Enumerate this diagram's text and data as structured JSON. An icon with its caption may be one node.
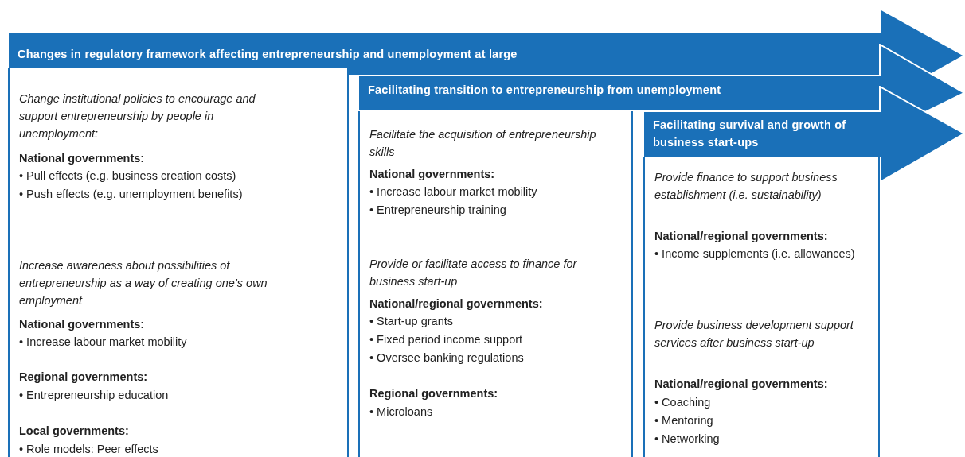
{
  "diagram": {
    "nodes": [
      {
        "text": [
          "Changes in regulatory framework affecting entrepreneurship and unemployment at large"
        ]
      },
      {
        "text": [
          "*Change institutional policies to encourage and support entrepreneurship by people in unemployment*:",
          "National governments:",
          "• Pull effects (e.g. business creation costs)",
          "• Push effects (e.g. unemployment benefits)",
          "Increase awareness about possibilities of entrepreneurship as a way of creating one’s own employment",
          "National governments:",
          "• Increase labour market mobility",
          "Regional governments:",
          "• Entrepreneurship education",
          "Local governments:",
          "• Role models: Peer effects"
        ]
      },
      {
        "text": [
          "Facilitating transition to entrepreneurship from unemployment"
        ]
      },
      {
        "text": [
          "Facilitate the acquisition of entrepreneurship skills",
          "National governments:",
          "• Increase labour market mobility",
          "• Entrepreneurship training",
          "Provide or facilitate access to finance for business start-up",
          "National/regional governments:",
          "• Start-up grants",
          "• Fixed period income support",
          "• Oversee banking regulations",
          "Regional governments:",
          "• Microloans"
        ]
      },
      {
        "text": [
          "Facilitating survival and growth of business start-ups"
        ]
      },
      {
        "text": [
          "Provide finance to support business establishment (i.e. sustainability)",
          "National/regional governments:",
          "• Income supplements (i.e. allowances)",
          "Provide business development support services after business start-up",
          "National/regional governments:",
          "• Coaching",
          "• Mentoring",
          "• Networking"
        ]
      }
    ],
    "edges": []
  }
}
